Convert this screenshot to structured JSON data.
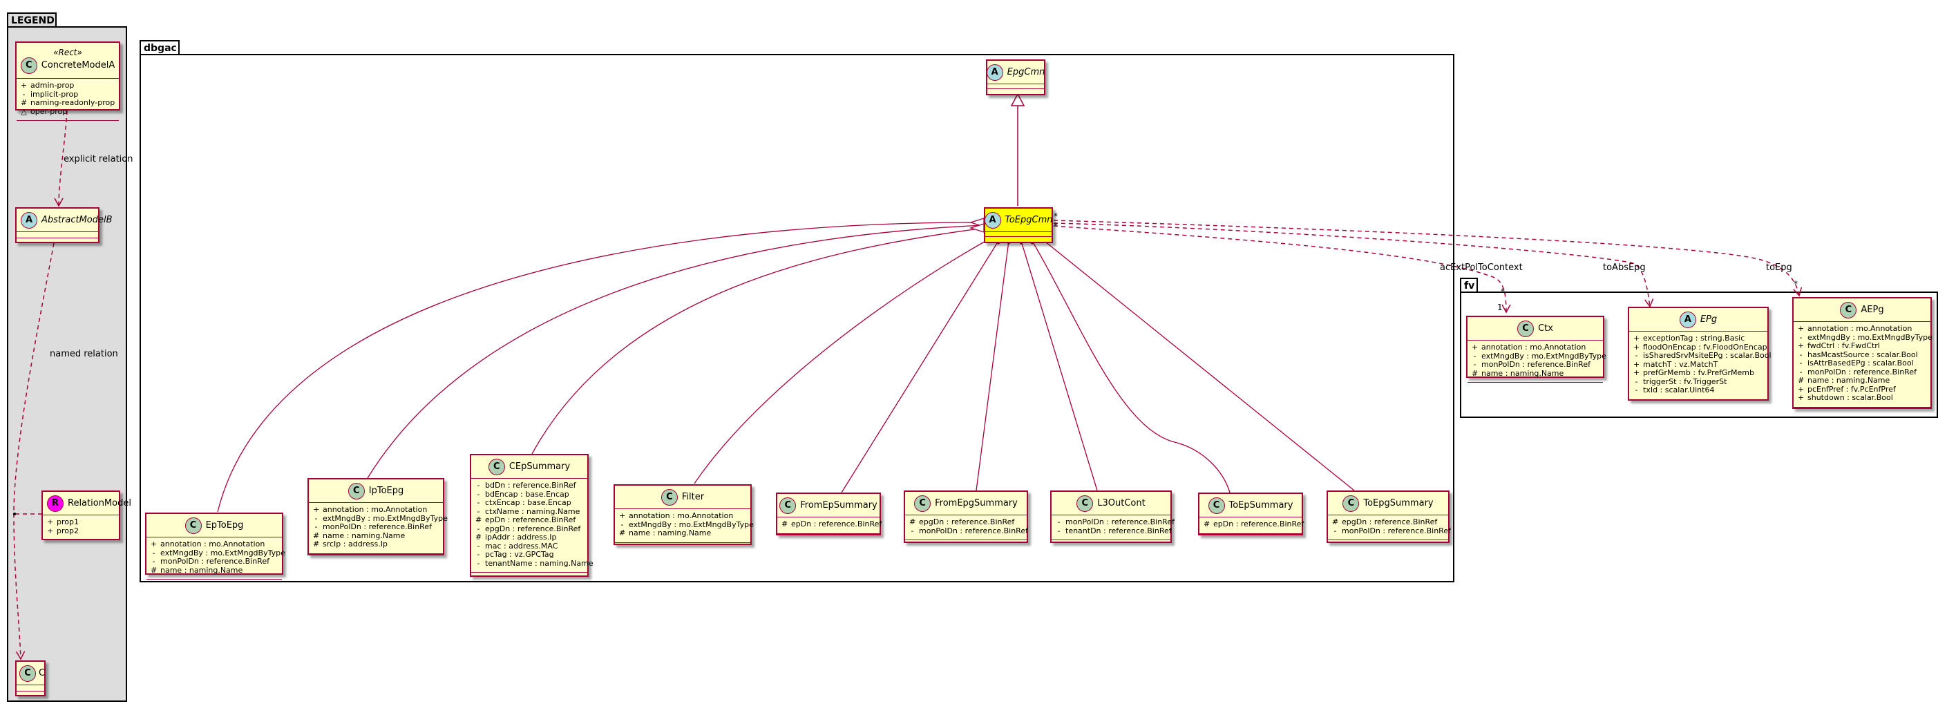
{
  "packages": {
    "legend": "LEGEND",
    "dbgac": "dbgac",
    "fv": "fv"
  },
  "colors": {
    "line": "#a80036",
    "class_fill": "#fefece",
    "highlight_fill": "#ffff00",
    "legend_bg": "#dddddd",
    "badge_class": "#add1b2",
    "badge_abstract": "#a9dcdf",
    "badge_relation": "#ff00ff"
  },
  "legend": {
    "concrete": {
      "stereotype": "«Rect»",
      "badge": "C",
      "name": "ConcreteModelA",
      "attrs": [
        {
          "vis": "+",
          "text": "admin-prop"
        },
        {
          "vis": "-",
          "text": "implicit-prop"
        },
        {
          "vis": "#",
          "text": "naming-readonly-prop"
        },
        {
          "vis": "△",
          "text": "oper-prop"
        }
      ]
    },
    "abstract": {
      "badge": "A",
      "name": "AbstractModelB"
    },
    "relation": {
      "badge": "R",
      "name": "RelationModel",
      "attrs": [
        {
          "vis": "+",
          "text": "prop1"
        },
        {
          "vis": "+",
          "text": "prop2"
        }
      ]
    },
    "c": {
      "badge": "C",
      "name": "C"
    },
    "explicit_relation": "explicit relation",
    "named_relation": "named relation"
  },
  "classes": {
    "epgcmn": {
      "badge": "A",
      "name": "EpgCmn",
      "attrs": []
    },
    "toepgcmn": {
      "badge": "A",
      "name": "ToEpgCmn",
      "attrs": []
    },
    "eptoepg": {
      "badge": "C",
      "name": "EpToEpg",
      "attrs": [
        {
          "vis": "+",
          "text": "annotation : mo.Annotation"
        },
        {
          "vis": "-",
          "text": "extMngdBy : mo.ExtMngdByType"
        },
        {
          "vis": "-",
          "text": "monPolDn : reference.BinRef"
        },
        {
          "vis": "#",
          "text": "name : naming.Name"
        }
      ]
    },
    "iptoepg": {
      "badge": "C",
      "name": "IpToEpg",
      "attrs": [
        {
          "vis": "+",
          "text": "annotation : mo.Annotation"
        },
        {
          "vis": "-",
          "text": "extMngdBy : mo.ExtMngdByType"
        },
        {
          "vis": "-",
          "text": "monPolDn : reference.BinRef"
        },
        {
          "vis": "#",
          "text": "name : naming.Name"
        },
        {
          "vis": "#",
          "text": "srcIp : address.Ip"
        }
      ]
    },
    "cepsummary": {
      "badge": "C",
      "name": "CEpSummary",
      "attrs": [
        {
          "vis": "-",
          "text": "bdDn : reference.BinRef"
        },
        {
          "vis": "-",
          "text": "bdEncap : base.Encap"
        },
        {
          "vis": "-",
          "text": "ctxEncap : base.Encap"
        },
        {
          "vis": "-",
          "text": "ctxName : naming.Name"
        },
        {
          "vis": "#",
          "text": "epDn : reference.BinRef"
        },
        {
          "vis": "-",
          "text": "epgDn : reference.BinRef"
        },
        {
          "vis": "#",
          "text": "ipAddr : address.Ip"
        },
        {
          "vis": "-",
          "text": "mac : address.MAC"
        },
        {
          "vis": "-",
          "text": "pcTag : vz.GPCTag"
        },
        {
          "vis": "-",
          "text": "tenantName : naming.Name"
        }
      ]
    },
    "filter": {
      "badge": "C",
      "name": "Filter",
      "attrs": [
        {
          "vis": "+",
          "text": "annotation : mo.Annotation"
        },
        {
          "vis": "-",
          "text": "extMngdBy : mo.ExtMngdByType"
        },
        {
          "vis": "#",
          "text": "name : naming.Name"
        }
      ]
    },
    "fromepsummary": {
      "badge": "C",
      "name": "FromEpSummary",
      "attrs": [
        {
          "vis": "#",
          "text": "epDn : reference.BinRef"
        }
      ]
    },
    "fromepgsummary": {
      "badge": "C",
      "name": "FromEpgSummary",
      "attrs": [
        {
          "vis": "#",
          "text": "epgDn : reference.BinRef"
        },
        {
          "vis": "-",
          "text": "monPolDn : reference.BinRef"
        }
      ]
    },
    "l3outcont": {
      "badge": "C",
      "name": "L3OutCont",
      "attrs": [
        {
          "vis": "-",
          "text": "monPolDn : reference.BinRef"
        },
        {
          "vis": "-",
          "text": "tenantDn : reference.BinRef"
        }
      ]
    },
    "toepsummary": {
      "badge": "C",
      "name": "ToEpSummary",
      "attrs": [
        {
          "vis": "#",
          "text": "epDn : reference.BinRef"
        }
      ]
    },
    "toepgsummary": {
      "badge": "C",
      "name": "ToEpgSummary",
      "attrs": [
        {
          "vis": "#",
          "text": "epgDn : reference.BinRef"
        },
        {
          "vis": "-",
          "text": "monPolDn : reference.BinRef"
        }
      ]
    },
    "ctx": {
      "badge": "C",
      "name": "Ctx",
      "attrs": [
        {
          "vis": "+",
          "text": "annotation : mo.Annotation"
        },
        {
          "vis": "-",
          "text": "extMngdBy : mo.ExtMngdByType"
        },
        {
          "vis": "-",
          "text": "monPolDn : reference.BinRef"
        },
        {
          "vis": "#",
          "text": "name : naming.Name"
        }
      ]
    },
    "epg": {
      "badge": "A",
      "name": "EPg",
      "attrs": [
        {
          "vis": "+",
          "text": "exceptionTag : string.Basic"
        },
        {
          "vis": "+",
          "text": "floodOnEncap : fv.FloodOnEncap"
        },
        {
          "vis": "-",
          "text": "isSharedSrvMsiteEPg : scalar.Bool"
        },
        {
          "vis": "+",
          "text": "matchT : vz.MatchT"
        },
        {
          "vis": "+",
          "text": "prefGrMemb : fv.PrefGrMemb"
        },
        {
          "vis": "-",
          "text": "triggerSt : fv.TriggerSt"
        },
        {
          "vis": "-",
          "text": "txId : scalar.Uint64"
        }
      ]
    },
    "aepg": {
      "badge": "C",
      "name": "AEPg",
      "attrs": [
        {
          "vis": "+",
          "text": "annotation : mo.Annotation"
        },
        {
          "vis": "-",
          "text": "extMngdBy : mo.ExtMngdByType"
        },
        {
          "vis": "+",
          "text": "fwdCtrl : fv.FwdCtrl"
        },
        {
          "vis": "-",
          "text": "hasMcastSource : scalar.Bool"
        },
        {
          "vis": "-",
          "text": "isAttrBasedEPg : scalar.Bool"
        },
        {
          "vis": "-",
          "text": "monPolDn : reference.BinRef"
        },
        {
          "vis": "#",
          "text": "name : naming.Name"
        },
        {
          "vis": "+",
          "text": "pcEnfPref : fv.PcEnfPref"
        },
        {
          "vis": "+",
          "text": "shutdown : scalar.Bool"
        }
      ]
    }
  },
  "relations": {
    "acExtPolToContext": "acExtPolToContext",
    "toAbsEpg": "toAbsEpg",
    "toEpg": "toEpg",
    "star1": "*",
    "star2": "*",
    "star3": "*",
    "star4": "*",
    "one": "1"
  }
}
